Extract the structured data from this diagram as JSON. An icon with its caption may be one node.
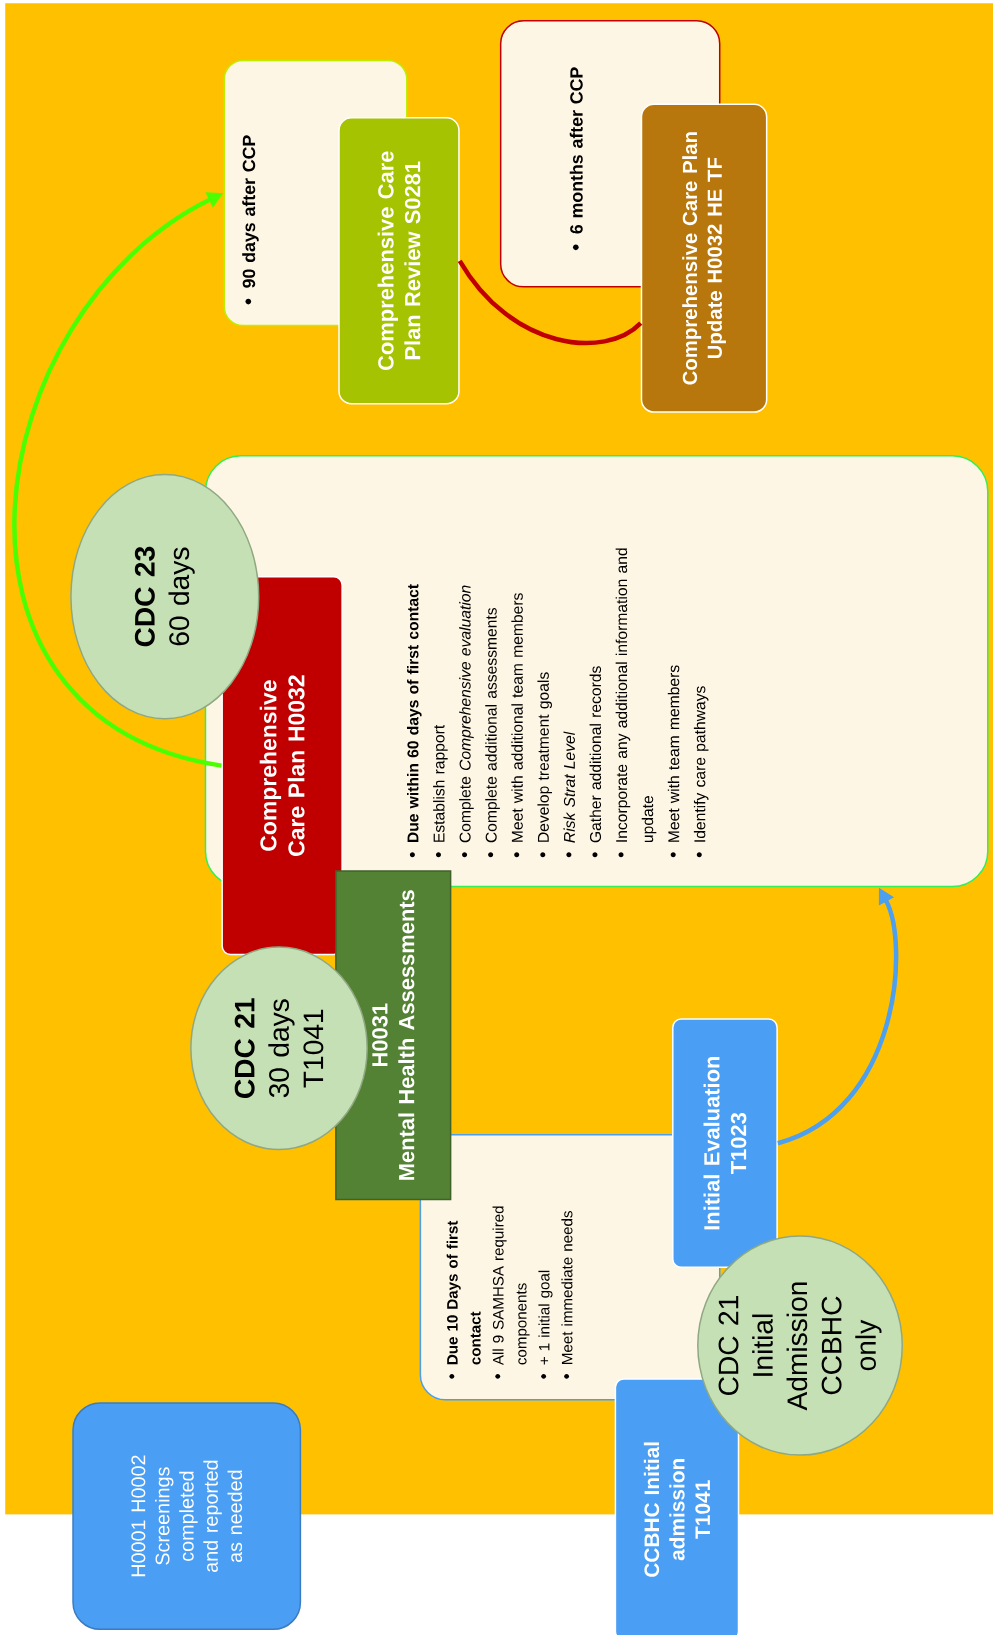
{
  "diagram": {
    "nodes": [
      {
        "text": [
          "H0001 H0002 Screenings completed and reported as needed"
        ]
      },
      {
        "text": [
          "CCBHC Initial admission T1041"
        ]
      },
      {
        "text": [
          "CDC 21 Initial Admission CCBHC only"
        ]
      },
      {
        "text": [
          "Due 10 Days of first contact",
          "All 9 SAMHSA required components",
          "+ 1 initial goal",
          "Meet immediate needs"
        ]
      },
      {
        "text": [
          "Initial Evaluation T1023"
        ]
      },
      {
        "text": [
          "H0031",
          "Mental Health Assessments"
        ]
      },
      {
        "text": [
          "CDC 21",
          "30 days T1041"
        ]
      },
      {
        "text": [
          "Comprehensive Care Plan H0032"
        ]
      },
      {
        "text": [
          "Due within 60 days of first contact",
          "Establish rapport",
          "Complete *Comprehensive evaluation*",
          "Complete additional assessments",
          "Meet with additional team members",
          "Develop treatment goals",
          "Risk Strat Level",
          "Gather additional records",
          "Incorporate any additional information and update",
          "Meet with team members",
          "Identify care pathways"
        ]
      },
      {
        "text": [
          "CDC 23",
          "60 days"
        ]
      },
      {
        "text": [
          "90 days after CCP"
        ]
      },
      {
        "text": [
          "Comprehensive Care Plan Review S0281"
        ]
      },
      {
        "text": [
          "6 months after CCP"
        ]
      },
      {
        "text": [
          "Comprehensive Care Plan Update H0032 HE TF"
        ]
      }
    ],
    "edges": [
      {
        "from": 4,
        "to": 8,
        "arrow": "to",
        "color": "#4d9fef"
      },
      {
        "from": 7,
        "to": 10,
        "arrow": "to",
        "color": "#4cff00"
      },
      {
        "from": 11,
        "to": 13,
        "arrow": "none",
        "color": "#c00000"
      }
    ]
  }
}
